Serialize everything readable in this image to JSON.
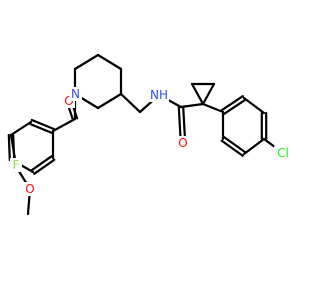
{
  "molecule": {
    "atoms": {
      "O_carbonyl_left": {
        "text": "O",
        "color": "#FF0D0D"
      },
      "N_ring": {
        "text": "N",
        "color": "#3050F8"
      },
      "F": {
        "text": "F",
        "color": "#90E050"
      },
      "O_methoxy": {
        "text": "O",
        "color": "#FF0D0D"
      },
      "NH": {
        "text": "NH",
        "color": "#3050F8"
      },
      "O_carbonyl_right": {
        "text": "O",
        "color": "#FF0D0D"
      },
      "Cl": {
        "text": "Cl",
        "color": "#1FF01F"
      }
    },
    "bond_color": "#000000"
  }
}
